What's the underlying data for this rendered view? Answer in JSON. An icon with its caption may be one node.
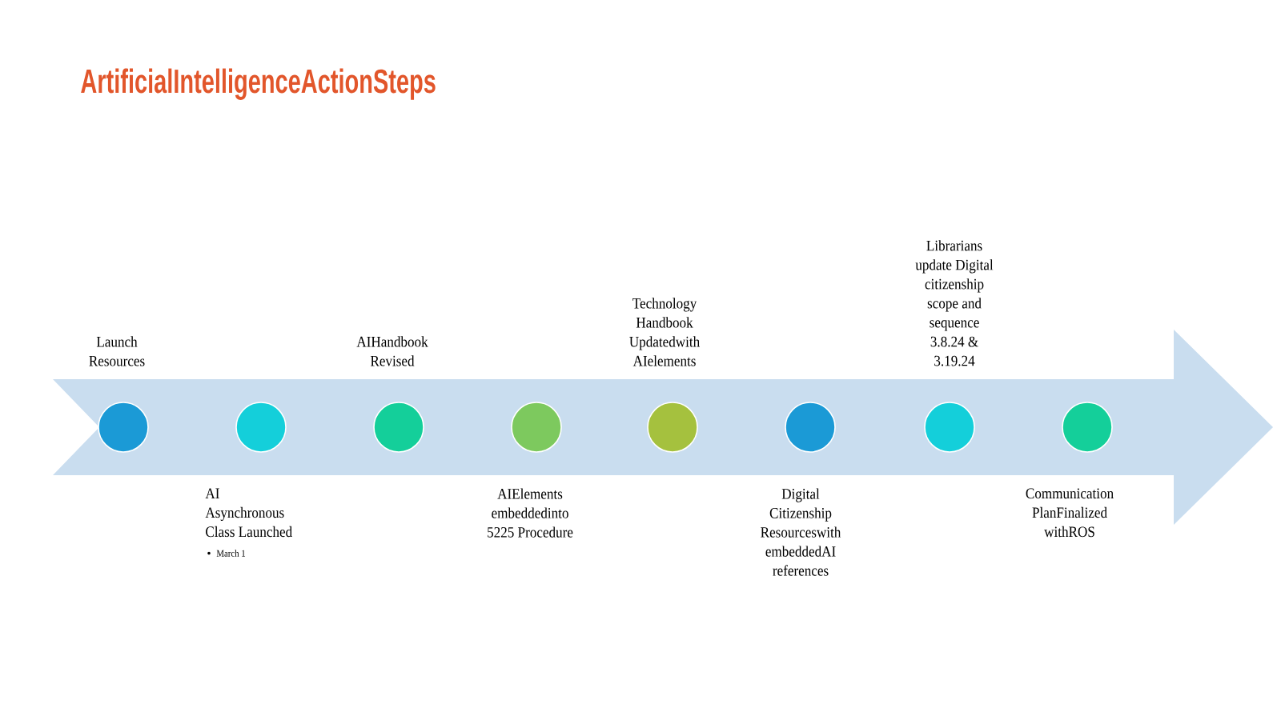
{
  "diagram": {
    "title": "ArtificialIntelligenceActionSteps",
    "nodes": [
      {
        "text": [],
        "shape": "circle",
        "beside": [
          "Launch Resources"
        ]
      },
      {
        "text": [],
        "shape": "circle",
        "beside": [
          "AI Asynchronous Class Launched",
          "March 1"
        ]
      },
      {
        "text": [],
        "shape": "circle",
        "beside": [
          "AIHandbook Revised"
        ]
      },
      {
        "text": [],
        "shape": "circle",
        "beside": [
          "AIElements embeddedinto 5225 Procedure"
        ]
      },
      {
        "text": [],
        "shape": "circle",
        "beside": [
          "Technology Handbook Updatedwith AIelements"
        ]
      },
      {
        "text": [],
        "shape": "circle",
        "beside": [
          "Digital Citizenship Resourceswith embeddedAI references"
        ]
      },
      {
        "text": [],
        "shape": "circle",
        "beside": [
          "Librarians update Digital citizenship scope and sequence 3.8.24 & 3.19.24"
        ]
      },
      {
        "text": [],
        "shape": "circle",
        "beside": [
          "Communication PlanFinalized withROS"
        ]
      }
    ]
  }
}
